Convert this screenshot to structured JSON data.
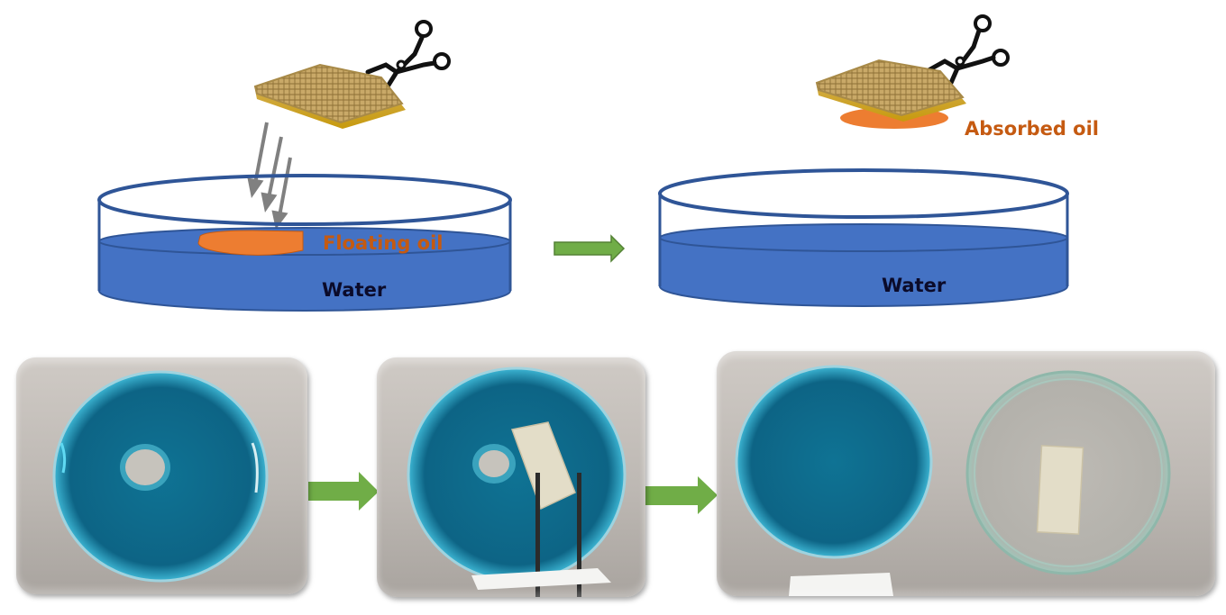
{
  "diagram": {
    "title": "Oil absorption from water using sponge",
    "labels": {
      "floating_oil": "Floating oil",
      "absorbed_oil": "Absorbed oil",
      "water_left": "Water",
      "water_right": "Water"
    },
    "colors": {
      "water": "#4472c4",
      "dish_outline": "#2f5597",
      "oil": "#ed7d31",
      "oil_text": "#c55a11",
      "arrow_green": "#70ad47",
      "arrow_green_border": "#548235",
      "drop_arrow_gray": "#808080",
      "photo_dye": "#0f6f8f",
      "sponge_fill": "#d8cfb3",
      "sponge_photo": "#e3ddc8"
    },
    "top_row": {
      "steps": [
        {
          "id": "before",
          "description": "Sponge held with tweezers lowered onto petri dish with floating oil on water"
        },
        {
          "id": "after",
          "description": "Sponge lifted with absorbed oil; dish contains only water"
        }
      ]
    },
    "bottom_row": {
      "photos": [
        {
          "id": "photo-1",
          "description": "Blue-dyed water in petri dish with oil spot in center"
        },
        {
          "id": "photo-2",
          "description": "Sponge held with tweezers over dish absorbing oil"
        },
        {
          "id": "photo-3",
          "description": "Clean blue water dish beside sponge in empty glass dish"
        }
      ]
    }
  }
}
